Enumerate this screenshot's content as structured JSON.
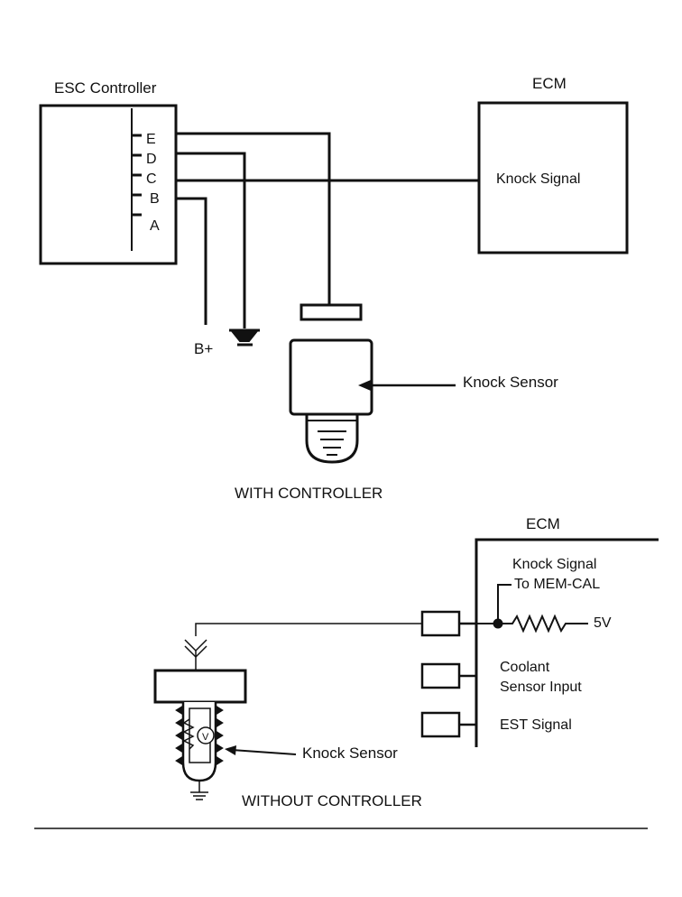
{
  "top": {
    "esc_controller_title": "ESC Controller",
    "pins": [
      "E",
      "D",
      "C",
      "B",
      "A"
    ],
    "ecm_title": "ECM",
    "ecm_knock_signal": "Knock Signal",
    "b_plus": "B+",
    "knock_sensor": "Knock Sensor",
    "caption": "WITH CONTROLLER"
  },
  "bottom": {
    "ecm_title": "ECM",
    "knock_signal_line1": "Knock Signal",
    "knock_signal_line2": "To MEM-CAL",
    "five_volt": "5V",
    "coolant_line1": "Coolant",
    "coolant_line2": "Sensor Input",
    "est_signal": "EST Signal",
    "knock_sensor": "Knock Sensor",
    "voltage_symbol": "V",
    "caption": "WITHOUT CONTROLLER"
  }
}
